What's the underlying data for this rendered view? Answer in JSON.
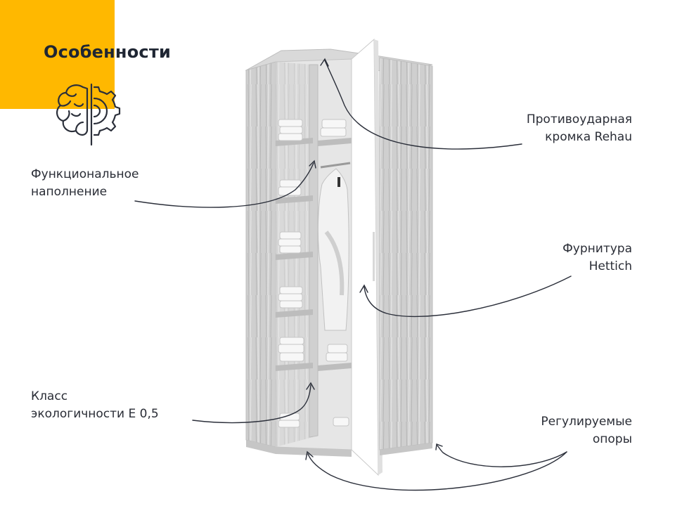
{
  "header": {
    "title": "Особенности",
    "accent_color": "#ffb800",
    "icon": "brain-gear-icon"
  },
  "features": {
    "impact_edge": {
      "line1": "Противоударная",
      "line2": "кромка Rehau"
    },
    "functional_fill": {
      "line1": "Функциональное",
      "line2": "наполнение"
    },
    "hardware": {
      "line1": "Фурнитура",
      "line2": "Hettich"
    },
    "eco_class": {
      "line1": "Класс",
      "line2": "экологичности E 0,5"
    },
    "adjustable_feet": {
      "line1": "Регулируемые",
      "line2": "опоры"
    }
  },
  "colors": {
    "text": "#2a2d36",
    "line": "#2b2f3a",
    "wood": "#cfcfcf",
    "door": "#ffffff"
  }
}
